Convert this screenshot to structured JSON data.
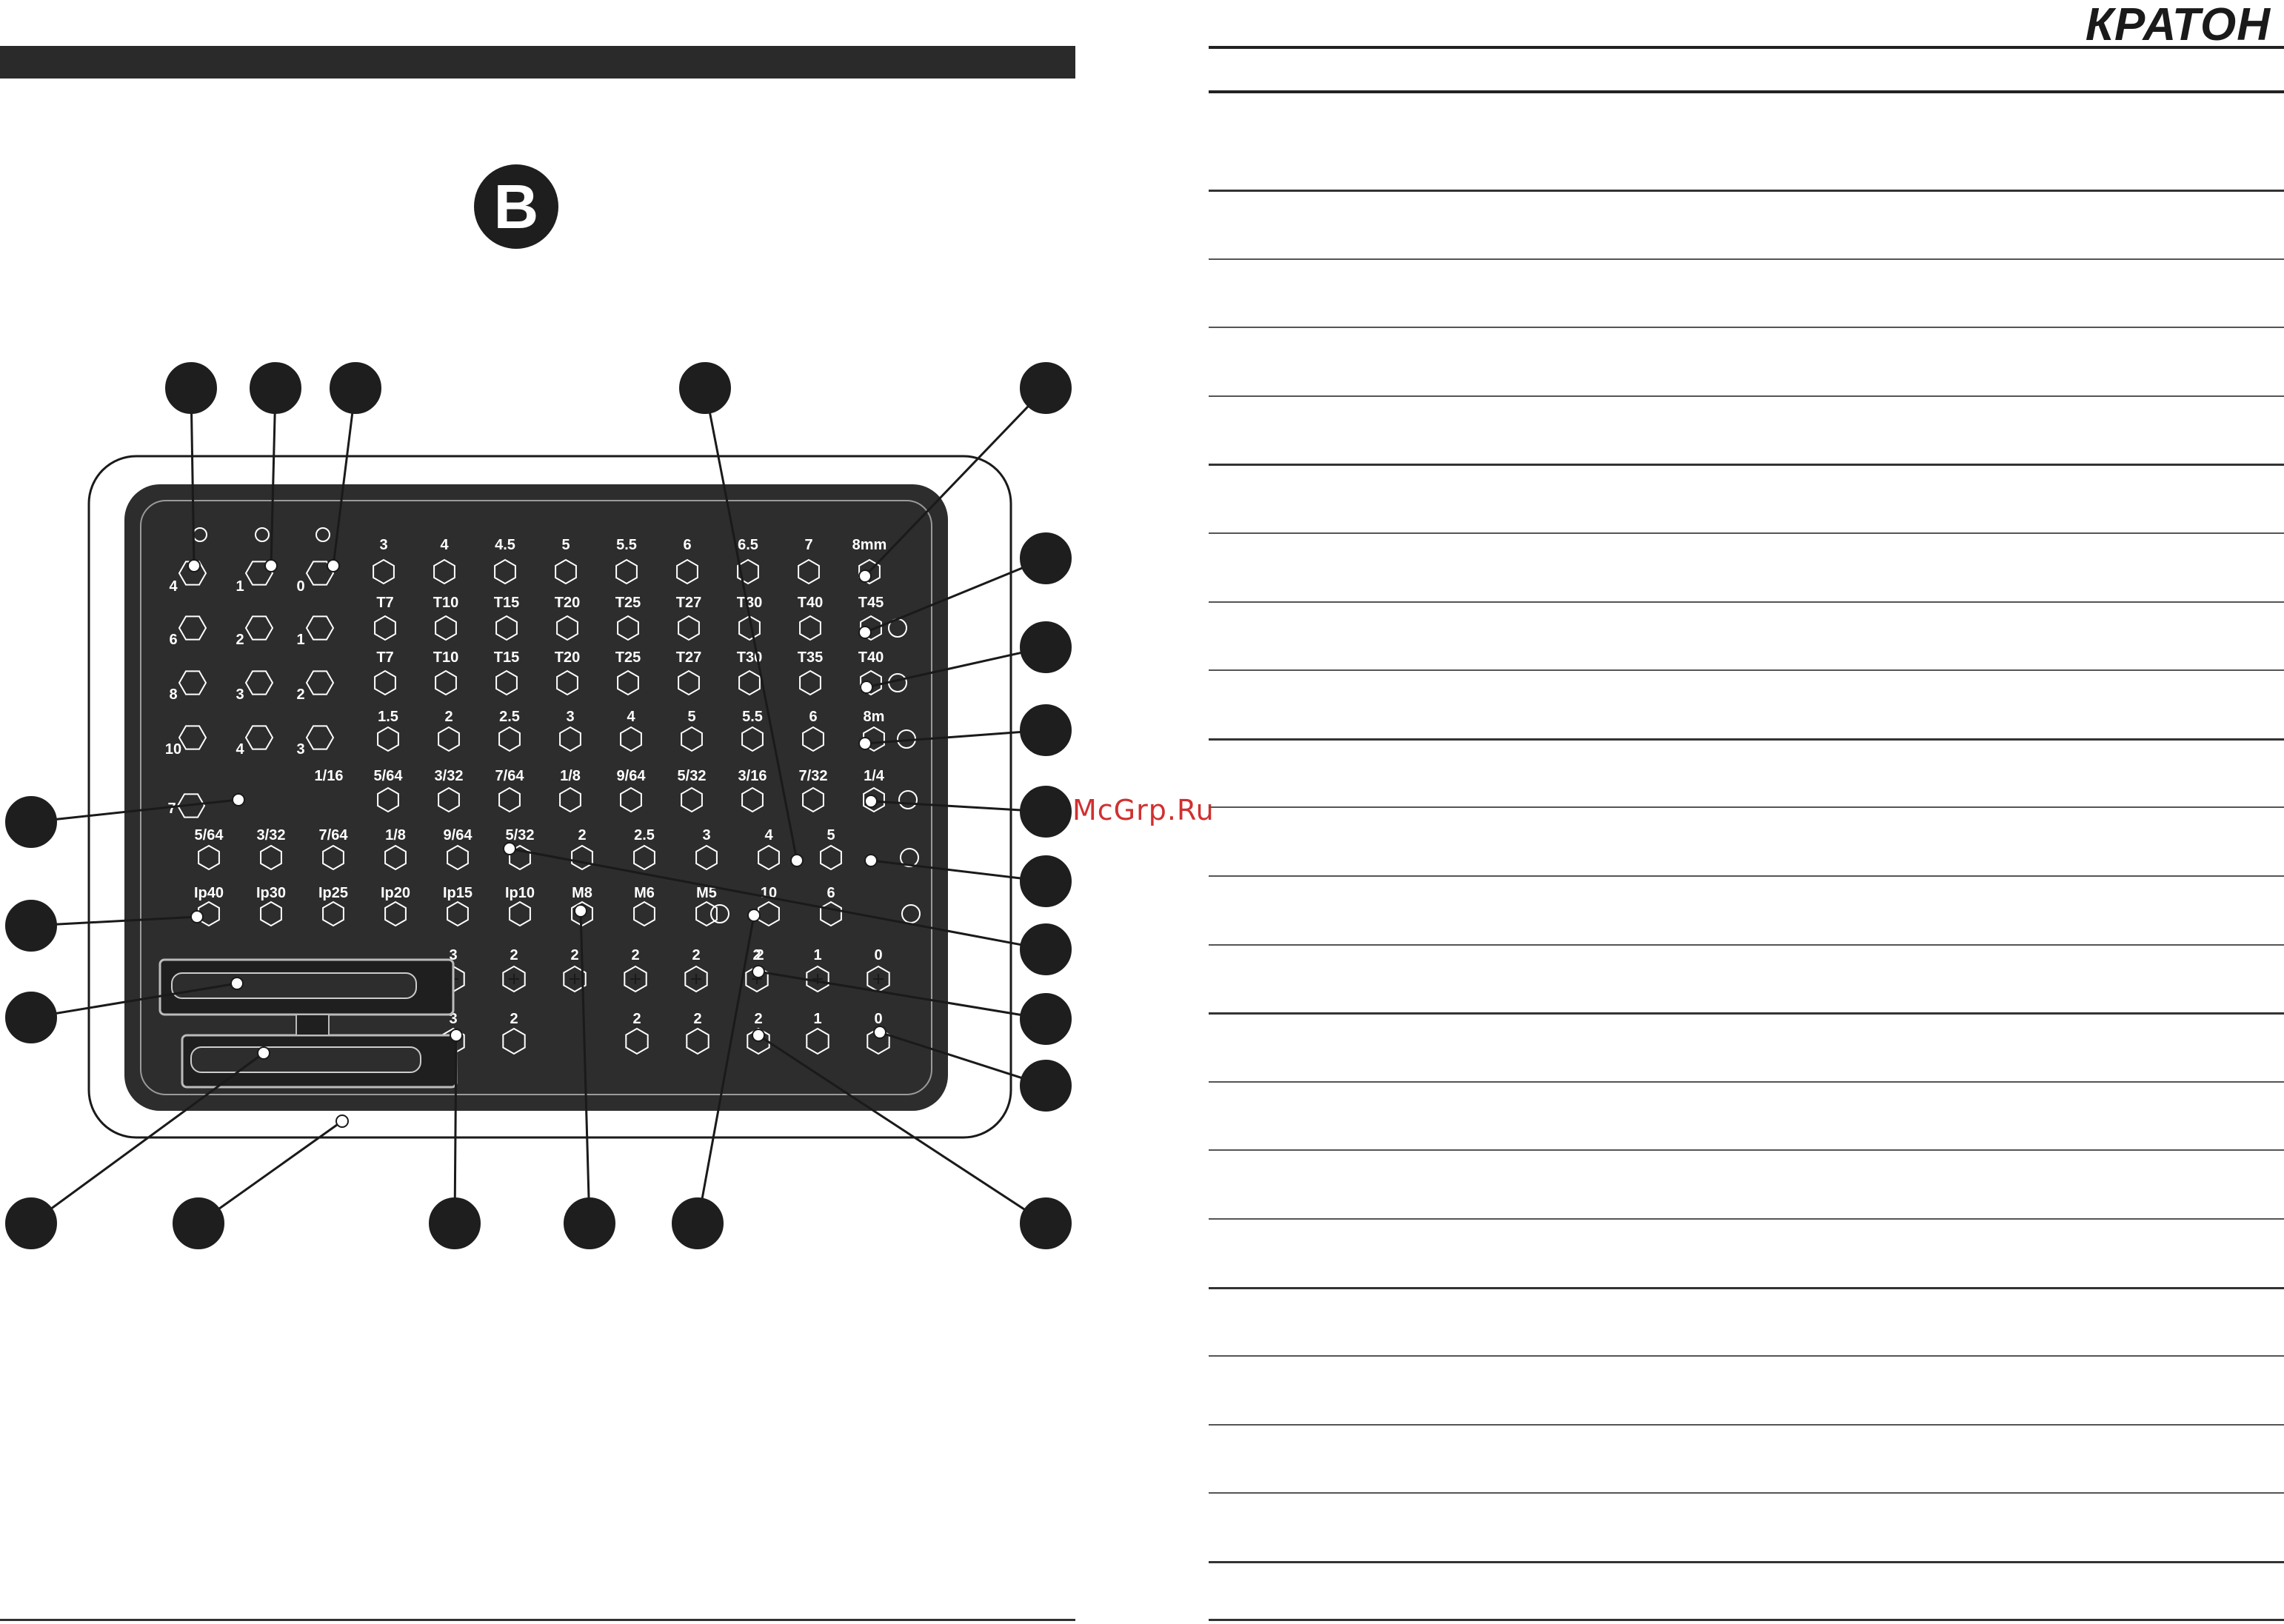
{
  "header": {
    "logo_text": "КРАТОН",
    "figure_label": "B"
  },
  "watermark": "McGrp.Ru",
  "figure": {
    "columns_top": [
      "3",
      "4",
      "4.5",
      "5",
      "5.5",
      "6",
      "6.5",
      "7",
      "8mm"
    ],
    "tri_left_top": [
      "4",
      "1",
      "0"
    ],
    "row_torx1": [
      "T7",
      "T10",
      "T15",
      "T20",
      "T25",
      "T27",
      "T30",
      "T40",
      "T45"
    ],
    "left_row2": [
      "6",
      "2",
      "1"
    ],
    "row_torx2": [
      "T7",
      "T10",
      "T15",
      "T20",
      "T25",
      "T27",
      "T30",
      "T35",
      "T40"
    ],
    "left_row3": [
      "8",
      "3",
      "2"
    ],
    "row_hex_mm": [
      "1.5",
      "2",
      "2.5",
      "3",
      "4",
      "5",
      "5.5",
      "6",
      "8m"
    ],
    "left_row4": [
      "10",
      "4",
      "3"
    ],
    "row_hex_inch": [
      "1/16",
      "5/64",
      "3/32",
      "7/64",
      "1/8",
      "9/64",
      "5/32",
      "3/16",
      "7/32",
      "1/4"
    ],
    "left_row5": [
      "7"
    ],
    "row_hex_small": [
      "5/64",
      "3/32",
      "7/64",
      "1/8",
      "9/64",
      "5/32",
      "2",
      "2.5",
      "3",
      "4",
      "5"
    ],
    "row_ip": [
      "Ip40",
      "Ip30",
      "Ip25",
      "Ip20",
      "Ip15",
      "Ip10",
      "M8",
      "M6",
      "M5",
      "10",
      "6"
    ],
    "row_ph1": [
      "3",
      "2",
      "2",
      "2",
      "2",
      "2",
      "1",
      "0"
    ],
    "row_ph2": [
      "3",
      "2",
      "2",
      "2",
      "2",
      "1",
      "0"
    ],
    "row_ph1_extra": [
      "2"
    ]
  }
}
